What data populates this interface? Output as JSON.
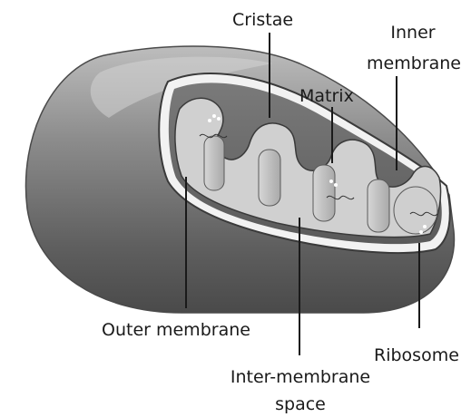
{
  "diagram": {
    "labels": {
      "cristae": "Cristae",
      "inner_membrane_line1": "Inner",
      "inner_membrane_line2": "membrane",
      "matrix": "Matrix",
      "outer_membrane": "Outer membrane",
      "ribosome": "Ribosome",
      "intermembrane_line1": "Inter-membrane",
      "intermembrane_line2": "space"
    },
    "colors": {
      "outer_dark": "#5a5a5a",
      "outer_mid": "#8a8a8a",
      "outer_light": "#c9c9c9",
      "inner_fill": "#d9d9d9",
      "cristae_fill": "#bdbdbd",
      "cavity": "#6b6b6b",
      "leader_line": "#1a1a1a"
    }
  }
}
